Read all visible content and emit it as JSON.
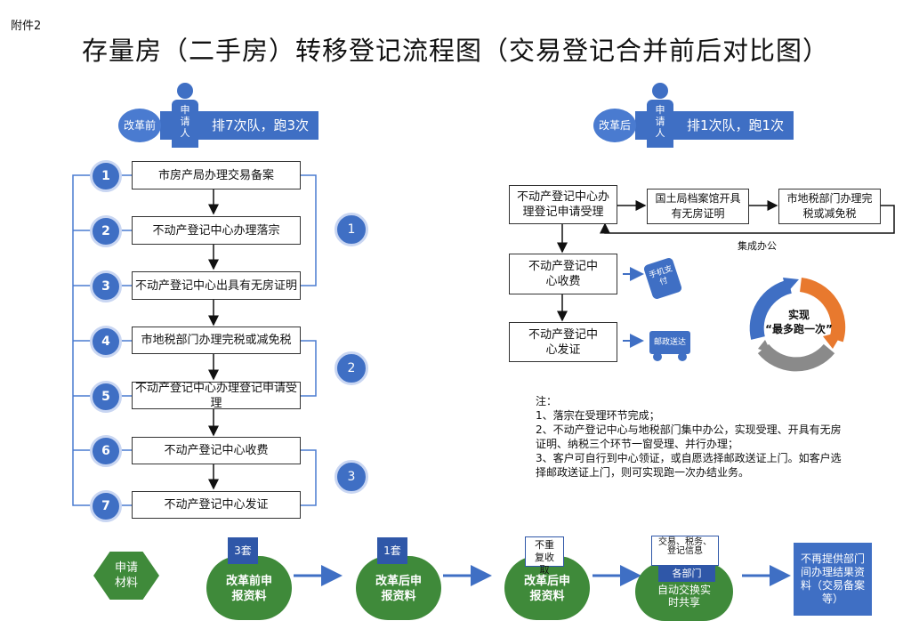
{
  "attachment": "附件2",
  "title": "存量房（二手房）转移登记流程图（交易登记合并前后对比图）",
  "before": {
    "tag": "改革前",
    "person": [
      "申",
      "请",
      "人"
    ],
    "summary": "排7次队，跑3次",
    "steps": [
      {
        "num": "1",
        "label": "市房产局办理交易备案"
      },
      {
        "num": "2",
        "label": "不动产登记中心办理落宗"
      },
      {
        "num": "3",
        "label": "不动产登记中心出具有无房证明"
      },
      {
        "num": "4",
        "label": "市地税部门办理完税或减免税"
      },
      {
        "num": "5",
        "label": "不动产登记中心办理登记申请受理"
      },
      {
        "num": "6",
        "label": "不动产登记中心收费"
      },
      {
        "num": "7",
        "label": "不动产登记中心发证"
      }
    ],
    "trips": [
      "1",
      "2",
      "3"
    ]
  },
  "after": {
    "tag": "改革后",
    "person": [
      "申",
      "请",
      "人"
    ],
    "summary": "排1次队，跑1次",
    "box_accept": "不动产登记中心办理登记申请受理",
    "box_archive": "国土局档案馆开具有无房证明",
    "box_tax": "市地税部门办理完税或减免税",
    "integrated": "集成办公",
    "box_fee": "不动产登记中心收费",
    "box_issue": "不动产登记中心发证",
    "icon_mobile": "手机支付",
    "icon_mail": "邮政送达",
    "realize_line1": "实现",
    "realize_line2": "“最多跑一次”",
    "note_title": "注：",
    "notes": [
      "1、落宗在受理环节完成；",
      "2、不动产登记中心与地税部门集中办公，实现受理、开具有无房证明、纳税三个环节一窗受理、并行办理；",
      "3、客户可自行到中心领证，或自愿选择邮政送证上门。如客户选择邮政送证上门，则可实现跑一次办结业务。"
    ]
  },
  "bottom": {
    "materials": "申请材料",
    "step1_tag": "3套",
    "step1_label": "改革前申报资料",
    "step2_tag": "1套",
    "step2_label": "改革后申报资料",
    "step3_tag": "不重复收取",
    "step3_label": "改革后申报资料",
    "step4_tag": "交易、税务、登记信息",
    "step4_sub": "各部门",
    "step4_label": "自动交换实时共享",
    "step5_label": "不再提供部门间办理结果资料（交易备案等）"
  },
  "colors": {
    "blue": "#3f6fc4",
    "green": "#3f8a3a",
    "orange": "#e8792e",
    "gray": "#8a8a8a"
  }
}
